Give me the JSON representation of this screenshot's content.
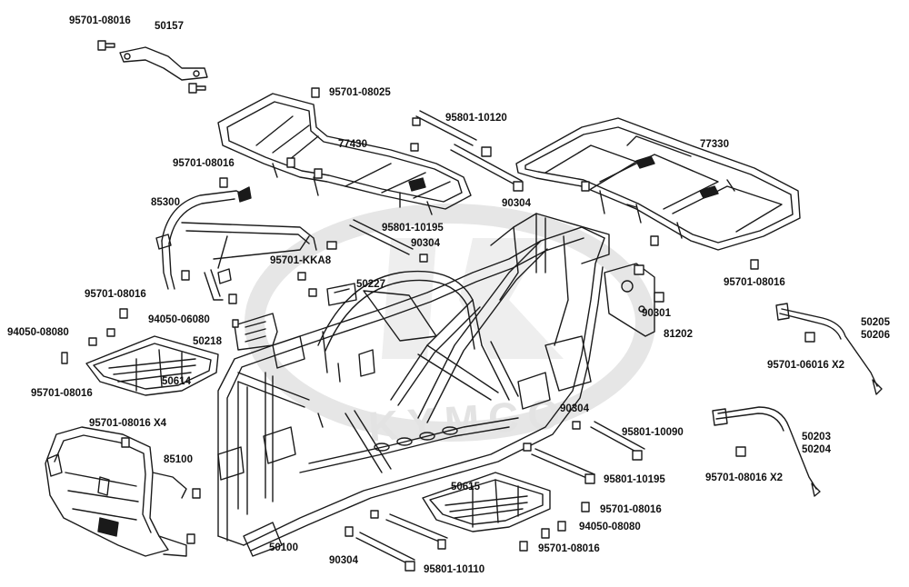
{
  "watermark": {
    "brand": "KYMCO",
    "color": "#e0e0e0"
  },
  "colors": {
    "line": "#1a1a1a",
    "fill": "#ffffff",
    "label": "#111111"
  },
  "labels": {
    "p95701_08016_a": "95701-08016",
    "p50157": "50157",
    "p95701_08025": "95701-08025",
    "p95801_10120": "95801-10120",
    "p77430": "77430",
    "p77330": "77330",
    "p95701_08016_b": "95701-08016",
    "p85300": "85300",
    "p90304_a": "90304",
    "p95801_10195_a": "95801-10195",
    "p90304_b": "90304",
    "p95701_08016_c": "95701-08016",
    "p95701_kka8": "95701-KKA8",
    "p50227": "50227",
    "p90301": "90301",
    "p95701_08016_d": "95701-08016",
    "p94050_06080": "94050-06080",
    "p81202": "81202",
    "p50205": "50205",
    "p50206": "50206",
    "p94050_08080_a": "94050-08080",
    "p50218": "50218",
    "p95701_06016_x2": "95701-06016 X2",
    "p50614": "50614",
    "p95701_08016_e": "95701-08016",
    "p90304_c": "90304",
    "p95801_10090": "95801-10090",
    "p95701_08016_x4": "95701-08016 X4",
    "p50203": "50203",
    "p50204": "50204",
    "p85100": "85100",
    "p95801_10195_b": "95801-10195",
    "p95701_08016_x2": "95701-08016 X2",
    "p50615": "50615",
    "p95701_08016_f": "95701-08016",
    "p94050_08080_b": "94050-08080",
    "p95701_08016_g": "95701-08016",
    "p50100": "50100",
    "p90304_d": "90304",
    "p95801_10110": "95801-10110"
  }
}
